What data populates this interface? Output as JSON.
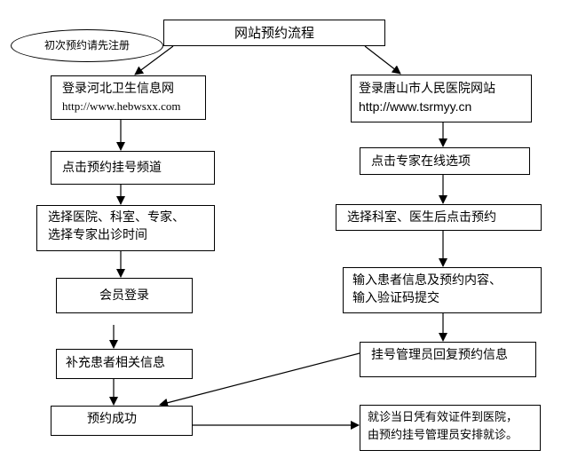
{
  "diagram": {
    "title": "网站预约流程",
    "note": "初次预约请先注册",
    "left_steps": [
      {
        "line1": "登录河北卫生信息网",
        "line2": "http://www.hebwsxx.com"
      },
      {
        "line1": "点击预约挂号频道"
      },
      {
        "line1": "选择医院、科室、专家、",
        "line2": "选择专家出诊时间"
      },
      {
        "line1": "会员登录"
      },
      {
        "line1": "补充患者相关信息"
      },
      {
        "line1": "预约成功"
      }
    ],
    "right_steps": [
      {
        "line1": "登录唐山市人民医院网站",
        "line2": "http://www.tsrmyy.cn"
      },
      {
        "line1": "点击专家在线选项"
      },
      {
        "line1": "选择科室、医生后点击预约"
      },
      {
        "line1": "输入患者信息及预约内容、",
        "line2": "输入验证码提交"
      },
      {
        "line1": "挂号管理员回复预约信息"
      },
      {
        "line1": "就诊当日凭有效证件到医院，",
        "line2": "由预约挂号管理员安排就诊。"
      }
    ],
    "colors": {
      "line": "#000000",
      "box_border": "#000000",
      "background": "#ffffff"
    }
  }
}
